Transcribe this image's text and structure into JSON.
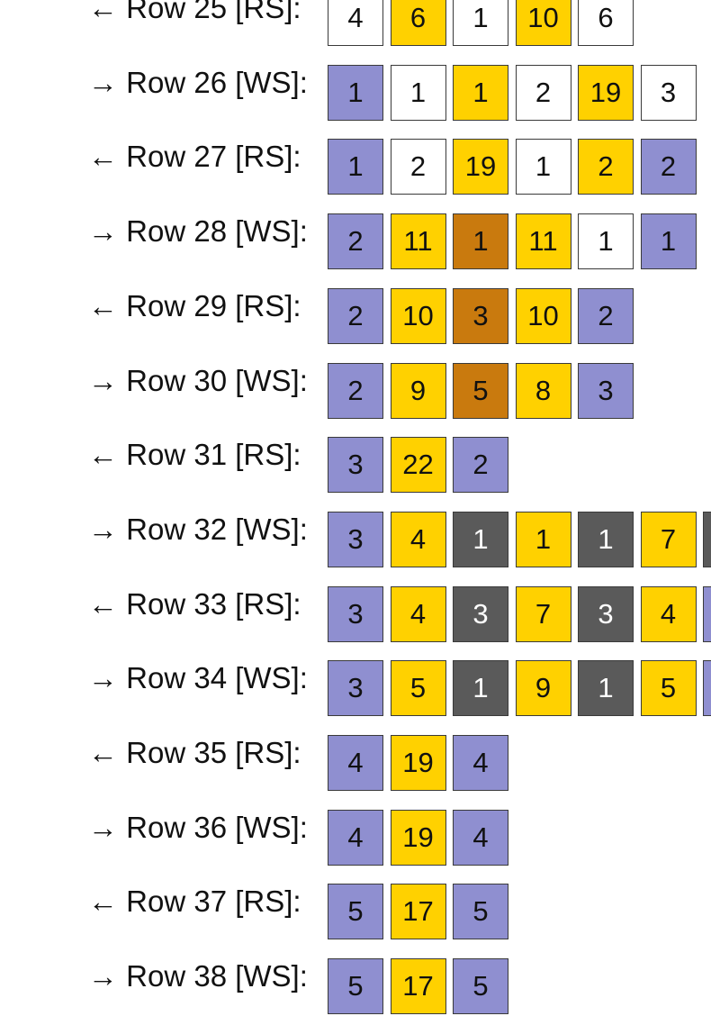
{
  "colors": {
    "W": "#ffffff",
    "Y": "#ffd100",
    "P": "#8f8fd0",
    "B": "#c97a0e",
    "G": "#5a5a5a"
  },
  "rows": [
    {
      "arrow": "←",
      "label": "Row 25 [RS]:",
      "cells": [
        {
          "n": "4",
          "c": "W"
        },
        {
          "n": "6",
          "c": "Y"
        },
        {
          "n": "1",
          "c": "W"
        },
        {
          "n": "10",
          "c": "Y"
        },
        {
          "n": "6",
          "c": "W"
        }
      ]
    },
    {
      "arrow": "→",
      "label": "Row 26 [WS]:",
      "cells": [
        {
          "n": "1",
          "c": "P"
        },
        {
          "n": "1",
          "c": "W"
        },
        {
          "n": "1",
          "c": "Y"
        },
        {
          "n": "2",
          "c": "W"
        },
        {
          "n": "19",
          "c": "Y"
        },
        {
          "n": "3",
          "c": "W"
        }
      ]
    },
    {
      "arrow": "←",
      "label": "Row 27 [RS]:",
      "cells": [
        {
          "n": "1",
          "c": "P"
        },
        {
          "n": "2",
          "c": "W"
        },
        {
          "n": "19",
          "c": "Y"
        },
        {
          "n": "1",
          "c": "W"
        },
        {
          "n": "2",
          "c": "Y"
        },
        {
          "n": "2",
          "c": "P"
        }
      ]
    },
    {
      "arrow": "→",
      "label": "Row 28 [WS]:",
      "cells": [
        {
          "n": "2",
          "c": "P"
        },
        {
          "n": "11",
          "c": "Y"
        },
        {
          "n": "1",
          "c": "B"
        },
        {
          "n": "11",
          "c": "Y"
        },
        {
          "n": "1",
          "c": "W"
        },
        {
          "n": "1",
          "c": "P"
        }
      ]
    },
    {
      "arrow": "←",
      "label": "Row 29 [RS]:",
      "cells": [
        {
          "n": "2",
          "c": "P"
        },
        {
          "n": "10",
          "c": "Y"
        },
        {
          "n": "3",
          "c": "B"
        },
        {
          "n": "10",
          "c": "Y"
        },
        {
          "n": "2",
          "c": "P"
        }
      ]
    },
    {
      "arrow": "→",
      "label": "Row 30 [WS]:",
      "cells": [
        {
          "n": "2",
          "c": "P"
        },
        {
          "n": "9",
          "c": "Y"
        },
        {
          "n": "5",
          "c": "B"
        },
        {
          "n": "8",
          "c": "Y"
        },
        {
          "n": "3",
          "c": "P"
        }
      ]
    },
    {
      "arrow": "←",
      "label": "Row 31 [RS]:",
      "cells": [
        {
          "n": "3",
          "c": "P"
        },
        {
          "n": "22",
          "c": "Y"
        },
        {
          "n": "2",
          "c": "P"
        }
      ]
    },
    {
      "arrow": "→",
      "label": "Row 32 [WS]:",
      "cells": [
        {
          "n": "3",
          "c": "P"
        },
        {
          "n": "4",
          "c": "Y"
        },
        {
          "n": "1",
          "c": "G"
        },
        {
          "n": "1",
          "c": "Y"
        },
        {
          "n": "1",
          "c": "G"
        },
        {
          "n": "7",
          "c": "Y"
        },
        {
          "n": "",
          "c": "G"
        }
      ]
    },
    {
      "arrow": "←",
      "label": "Row 33 [RS]:",
      "cells": [
        {
          "n": "3",
          "c": "P"
        },
        {
          "n": "4",
          "c": "Y"
        },
        {
          "n": "3",
          "c": "G"
        },
        {
          "n": "7",
          "c": "Y"
        },
        {
          "n": "3",
          "c": "G"
        },
        {
          "n": "4",
          "c": "Y"
        },
        {
          "n": "",
          "c": "P"
        }
      ]
    },
    {
      "arrow": "→",
      "label": "Row 34 [WS]:",
      "cells": [
        {
          "n": "3",
          "c": "P"
        },
        {
          "n": "5",
          "c": "Y"
        },
        {
          "n": "1",
          "c": "G"
        },
        {
          "n": "9",
          "c": "Y"
        },
        {
          "n": "1",
          "c": "G"
        },
        {
          "n": "5",
          "c": "Y"
        },
        {
          "n": "",
          "c": "P"
        }
      ]
    },
    {
      "arrow": "←",
      "label": "Row 35 [RS]:",
      "cells": [
        {
          "n": "4",
          "c": "P"
        },
        {
          "n": "19",
          "c": "Y"
        },
        {
          "n": "4",
          "c": "P"
        }
      ]
    },
    {
      "arrow": "→",
      "label": "Row 36 [WS]:",
      "cells": [
        {
          "n": "4",
          "c": "P"
        },
        {
          "n": "19",
          "c": "Y"
        },
        {
          "n": "4",
          "c": "P"
        }
      ]
    },
    {
      "arrow": "←",
      "label": "Row 37 [RS]:",
      "cells": [
        {
          "n": "5",
          "c": "P"
        },
        {
          "n": "17",
          "c": "Y"
        },
        {
          "n": "5",
          "c": "P"
        }
      ]
    },
    {
      "arrow": "→",
      "label": "Row 38 [WS]:",
      "cells": [
        {
          "n": "5",
          "c": "P"
        },
        {
          "n": "17",
          "c": "Y"
        },
        {
          "n": "5",
          "c": "P"
        }
      ]
    }
  ]
}
